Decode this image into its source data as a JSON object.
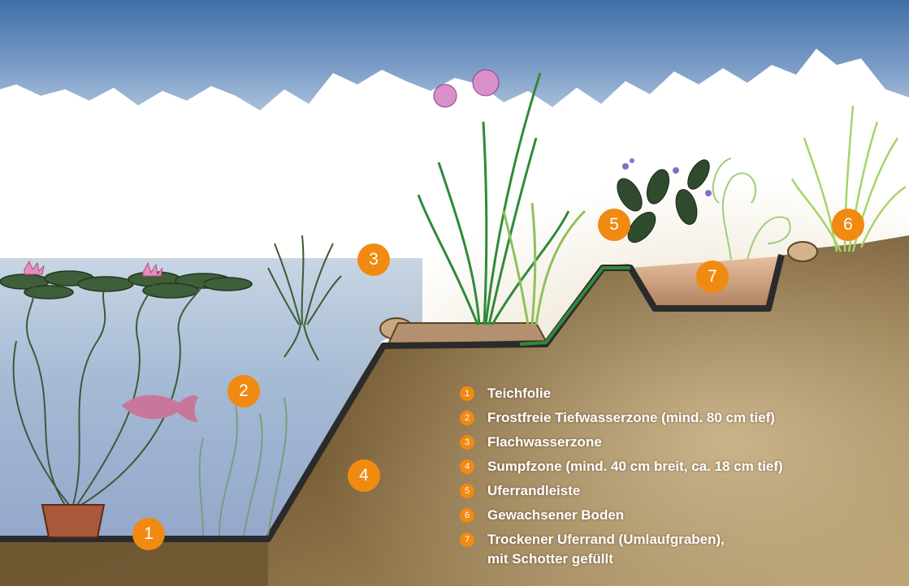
{
  "colors": {
    "marker": "#f08a10",
    "sky_top": "#3f6fa6",
    "water": "#9fb6d2",
    "soil": "#6b5330",
    "liner": "#2b2b2b",
    "lily_pad": "#3f5e3a",
    "lily_flower": "#e58fc0",
    "fish": "#c8769a",
    "grass": "#3a8a3a",
    "light_grass": "#a6d46a"
  },
  "markers": [
    {
      "num": "1"
    },
    {
      "num": "2"
    },
    {
      "num": "3"
    },
    {
      "num": "4"
    },
    {
      "num": "5"
    },
    {
      "num": "6"
    },
    {
      "num": "7"
    }
  ],
  "legend": [
    {
      "num": "1",
      "text": "Teichfolie"
    },
    {
      "num": "2",
      "text": "Frostfreie Tiefwasserzone (mind. 80 cm tief)"
    },
    {
      "num": "3",
      "text": "Flachwasserzone"
    },
    {
      "num": "4",
      "text": "Sumpfzone (mind. 40 cm breit, ca. 18 cm tief)"
    },
    {
      "num": "5",
      "text": "Uferrandleiste"
    },
    {
      "num": "6",
      "text": "Gewachsener Boden"
    },
    {
      "num": "7",
      "text": "Trockener Uferrand (Umlaufgraben),",
      "text2": "mit Schotter gefüllt"
    }
  ]
}
